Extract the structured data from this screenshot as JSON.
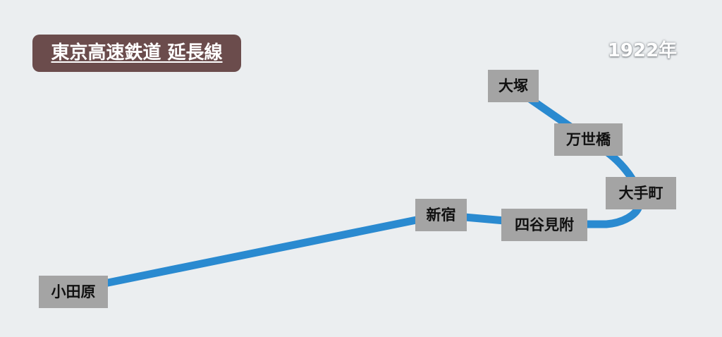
{
  "title": "東京高速鉄道 延長線",
  "year": "1922年",
  "line_color": "#2a8ad0",
  "stations": [
    {
      "id": "otsuka",
      "name": "大塚"
    },
    {
      "id": "mansei",
      "name": "万世橋"
    },
    {
      "id": "otemachi",
      "name": "大手町"
    },
    {
      "id": "yotsuya",
      "name": "四谷見附"
    },
    {
      "id": "shinjuku",
      "name": "新宿"
    },
    {
      "id": "odawara",
      "name": "小田原"
    }
  ]
}
